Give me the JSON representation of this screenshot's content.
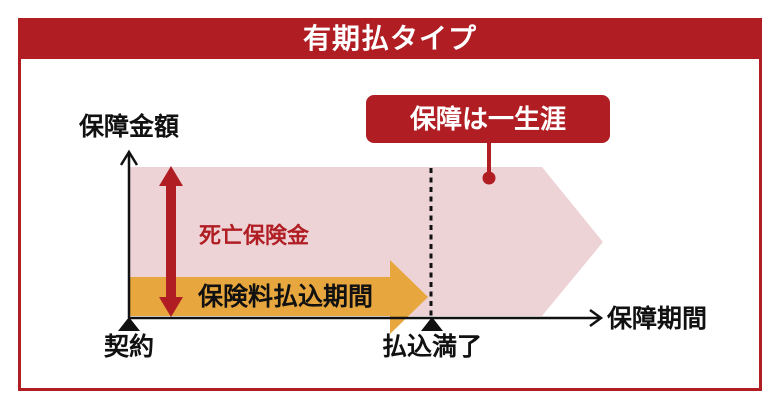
{
  "title": "有期払タイプ",
  "callout": {
    "label": "保障は一生涯"
  },
  "diagram": {
    "y_axis_label": "保障金額",
    "x_axis_label": "保障期間",
    "death_benefit_label": "死亡保険金",
    "premium_period_label": "保険料払込期間",
    "contract_label": "契約",
    "payment_completion_label": "払込満了"
  },
  "colors": {
    "primary_red": "#B01E24",
    "coverage_pink": "#EDD3D6",
    "premium_orange": "#E8A73E",
    "ink_black": "#111111"
  }
}
